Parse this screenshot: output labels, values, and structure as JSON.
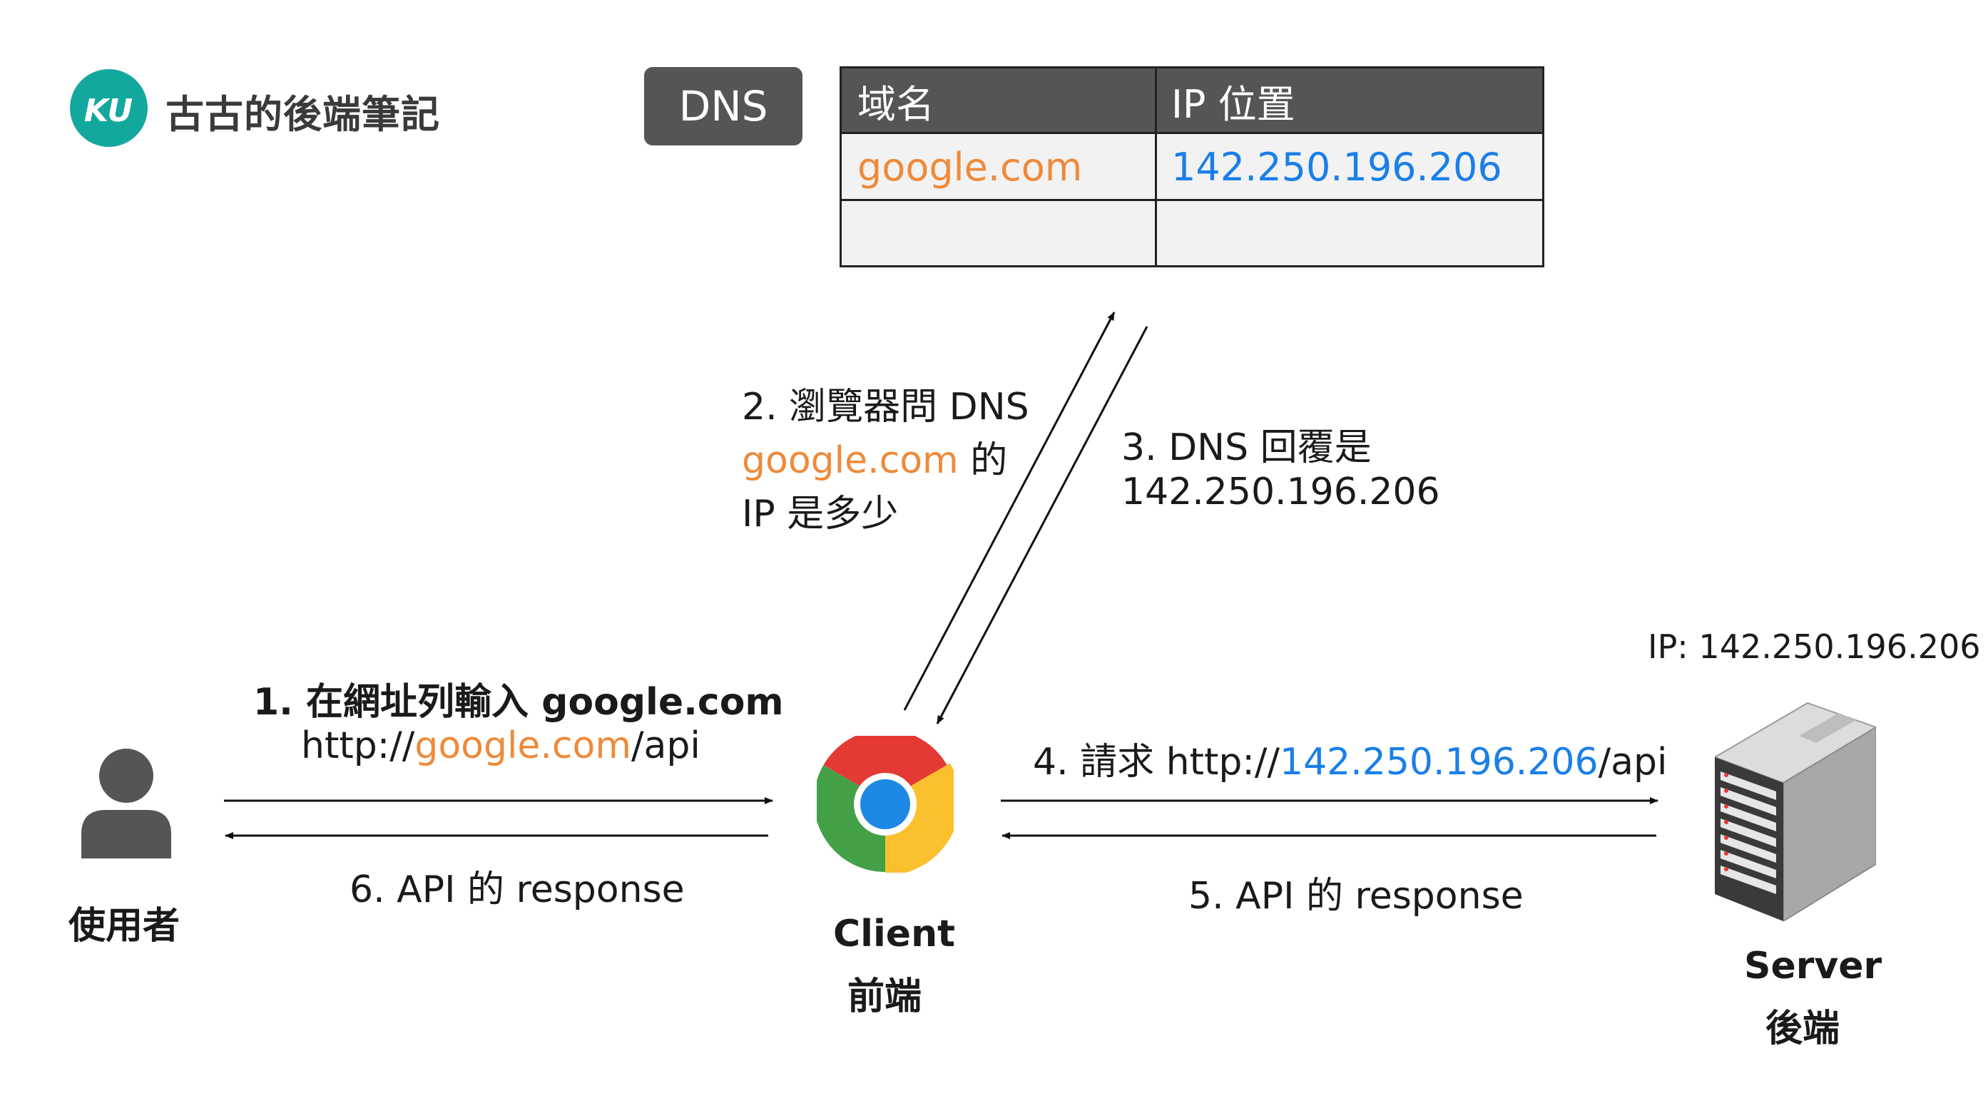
{
  "brand": {
    "name": "古古的後端筆記",
    "logo_text": "KU"
  },
  "dns": {
    "badge": "DNS",
    "table": {
      "headers": [
        "域名",
        "IP 位置"
      ],
      "rows": [
        [
          "google.com",
          "142.250.196.206"
        ],
        [
          "",
          ""
        ]
      ]
    }
  },
  "steps": {
    "step1": {
      "title": "1. 在網址列輸入 google.com",
      "url_prefix": "http://",
      "url_domain": "google.com",
      "url_suffix": "/api"
    },
    "step2": {
      "line1": "2. 瀏覽器問 DNS",
      "domain": "google.com",
      "line2_suffix": " 的",
      "line3": "IP 是多少"
    },
    "step3": {
      "line1": "3. DNS 回覆是",
      "ip": "142.250.196.206"
    },
    "step4": {
      "prefix": "4. 請求 http://",
      "ip": "142.250.196.206",
      "suffix": "/api"
    },
    "step5": {
      "label": "5. API 的 response"
    },
    "step6": {
      "label": "6. API 的 response"
    }
  },
  "actors": {
    "user": {
      "label": "使用者"
    },
    "client": {
      "label_en": "Client",
      "label_zh": "前端"
    },
    "server": {
      "label_en": "Server",
      "label_zh": "後端",
      "ip_label": "IP: 142.250.196.206"
    }
  },
  "colors": {
    "highlight_domain": "#ee8a3a",
    "highlight_ip": "#1a7fe8",
    "header_bg": "#555555",
    "brand": "#13a89e"
  },
  "icons": [
    "user-icon",
    "chrome-icon",
    "server-icon"
  ]
}
